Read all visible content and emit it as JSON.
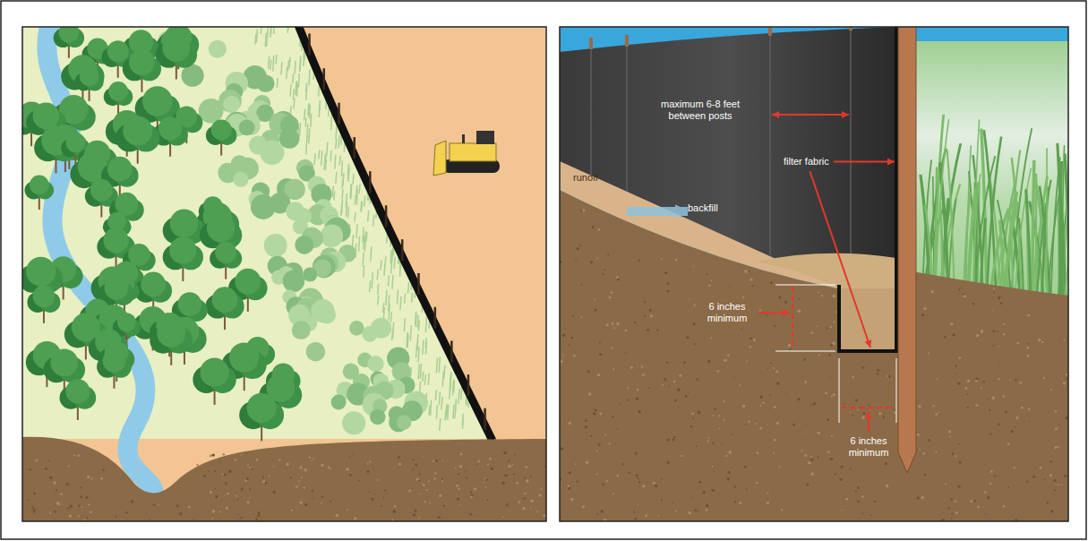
{
  "diagram": {
    "labels": [
      "maximum 6-8 feet between posts",
      "filter fabric",
      "runoff",
      "backfill",
      "6 inches minimum",
      "6 inches minimum"
    ]
  }
}
